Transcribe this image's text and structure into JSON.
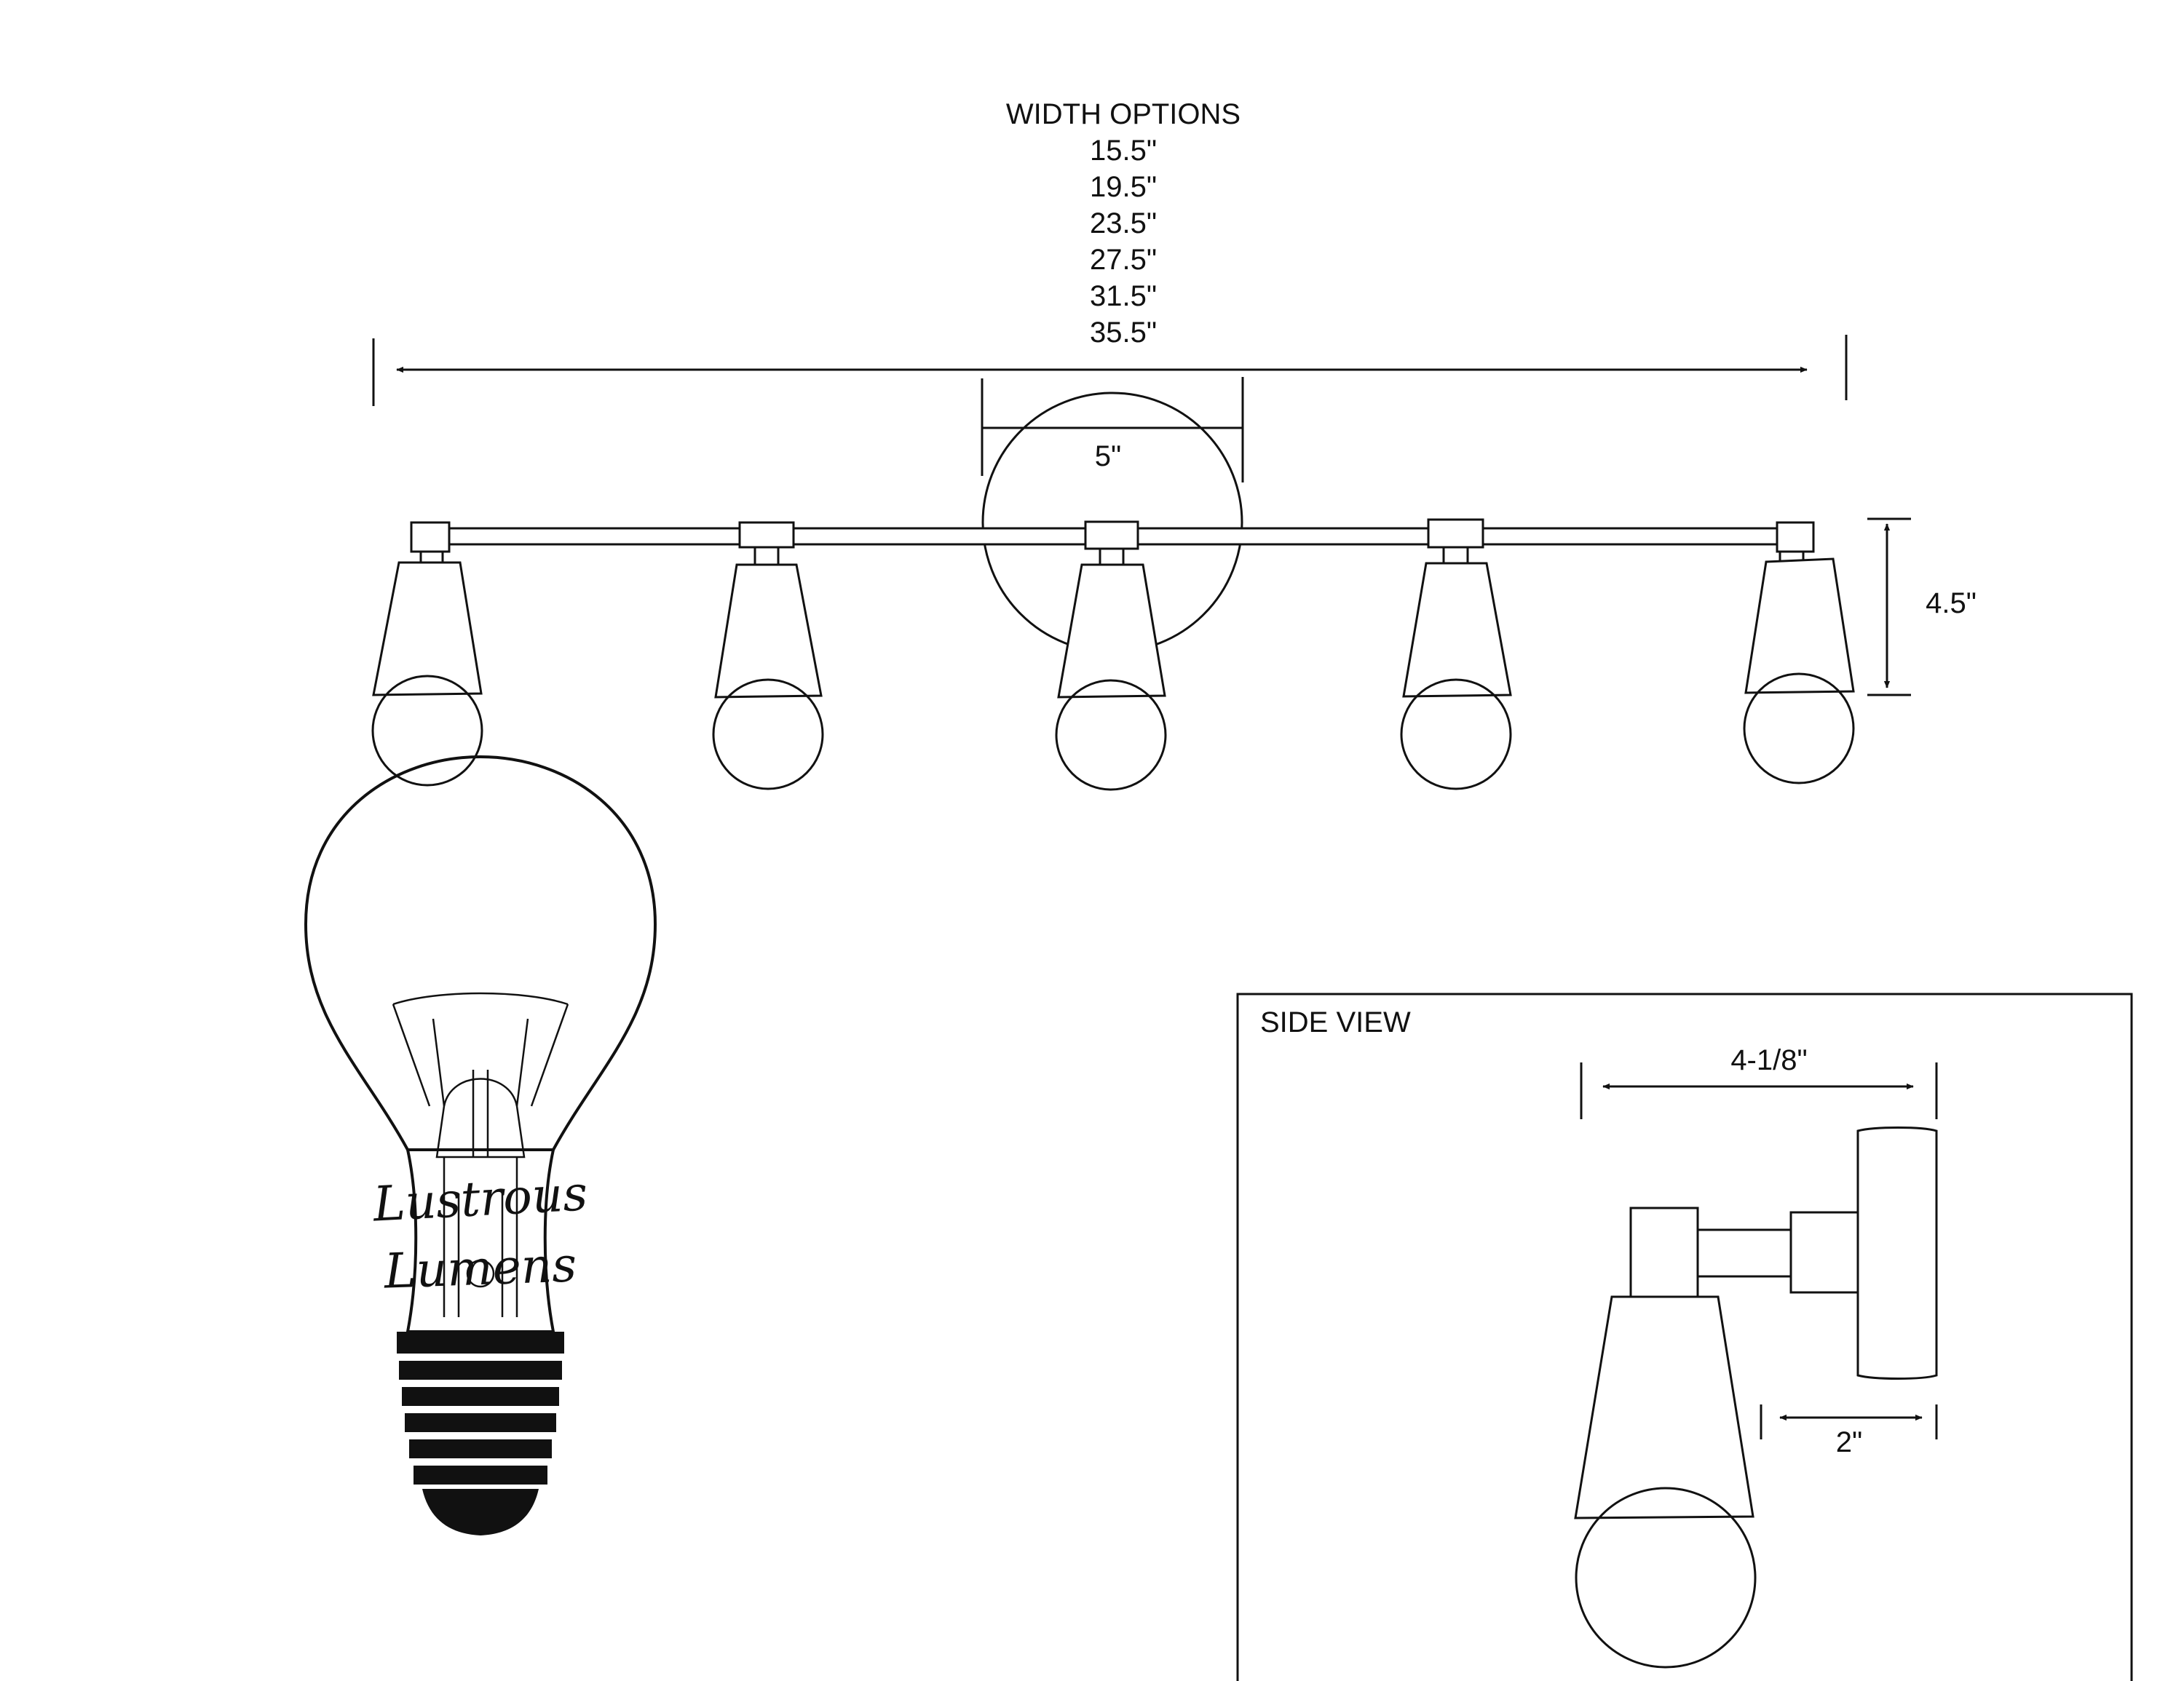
{
  "front_view": {
    "width_options_title": "WIDTH OPTIONS",
    "width_options": [
      "15.5\"",
      "19.5\"",
      "23.5\"",
      "27.5\"",
      "31.5\"",
      "35.5\""
    ],
    "backplate_width_label": "5\"",
    "height_label": "4.5\""
  },
  "side_view": {
    "title": "SIDE VIEW",
    "depth_label": "4-1/8\"",
    "arm_label": "2\""
  },
  "logo": {
    "line1": "Lustrous",
    "line2": "Lumens"
  },
  "colors": {
    "ink": "#111111",
    "background": "#ffffff"
  }
}
